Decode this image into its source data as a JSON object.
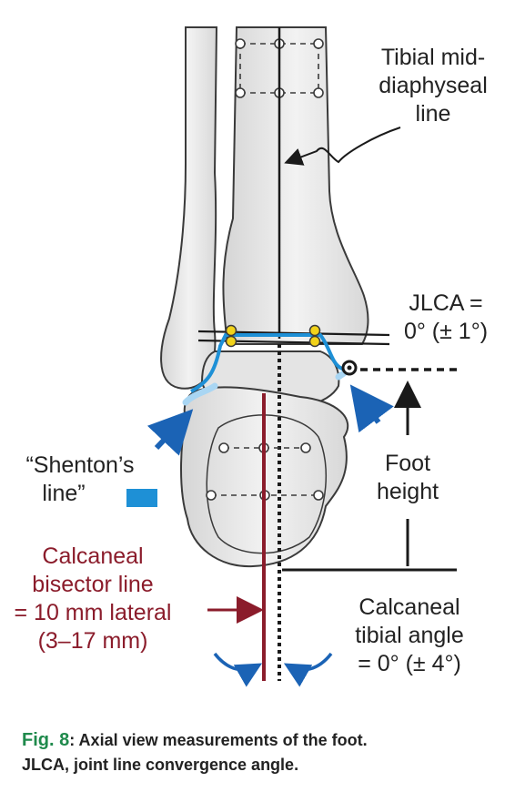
{
  "labels": {
    "tibial_line": [
      "Tibial mid-",
      "diaphyseal",
      "line"
    ],
    "jlca": [
      "JLCA =",
      "0° (± 1°)"
    ],
    "shenton": [
      "“Shenton’s",
      "line”"
    ],
    "foot_height": [
      "Foot",
      "height"
    ],
    "calcaneal_bisector": [
      "Calcaneal",
      "bisector line",
      "= 10 mm lateral",
      "(3–17 mm)"
    ],
    "calcaneal_tibial_angle": [
      "Calcaneal",
      "tibial angle",
      "= 0° (± 4°)"
    ]
  },
  "caption": {
    "fig_label": "Fig. 8",
    "text": ": Axial view measurements of the foot.",
    "line2": "JLCA, joint line convergence angle."
  },
  "colors": {
    "bone_fill": "#e9e9e9",
    "bone_outline": "#3a3a3a",
    "joint_line_blue": "#1e90d6",
    "arrow_blue": "#1b63b5",
    "calcaneal_red": "#8b1c2b",
    "point_yellow": "#f2d31a",
    "caption_green": "#1f8a4c"
  }
}
